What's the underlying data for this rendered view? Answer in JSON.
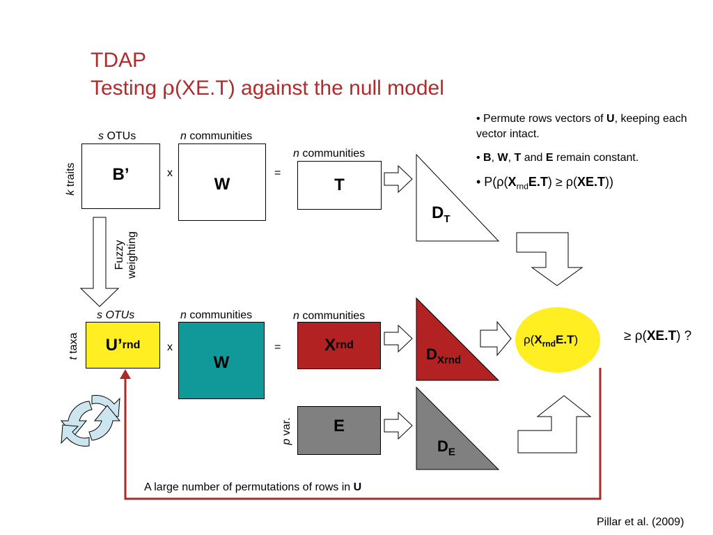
{
  "title": {
    "line1": "TDAP",
    "line2_prefix": "Testing ",
    "line2_rho": "ρ",
    "line2_suffix": "(XE.T) against the null model"
  },
  "top_row": {
    "b_cols": "OTUs",
    "b_cols_var": "s",
    "w_cols": "communities",
    "w_cols_var": "n",
    "t_cols": "communities",
    "t_cols_var": "n",
    "b_rows": "traits",
    "b_rows_var": "k",
    "b_label": "B’",
    "w_label": "W",
    "t_label": "T",
    "times": "x",
    "equals": "=",
    "dt_main": "D",
    "dt_sub": "T"
  },
  "fuzzy": {
    "line1": "Fuzzy",
    "line2": "weighting"
  },
  "bottom_row": {
    "u_cols": "s OTUs",
    "w_cols": "communities",
    "w_cols_var": "n",
    "x_cols": "communities",
    "x_cols_var": "n",
    "u_rows": "taxa",
    "u_rows_var": "t",
    "u_main": "U’",
    "u_sub": "rnd",
    "w_label": "W",
    "x_main": "X",
    "x_sub": "rnd",
    "times": "x",
    "equals": "=",
    "dx_main": "D",
    "dx_sub": "Xrnd",
    "e_label": "E",
    "e_rows": "var.",
    "e_rows_var": "p",
    "de_main": "D",
    "de_sub": "E"
  },
  "ellipse": {
    "rho": "ρ(",
    "x": "X",
    "sub": "rnd",
    "rest": "E.T",
    "close": ")"
  },
  "compare": {
    "ge": "≥ ρ(",
    "bold": "XE.T",
    "tail": ") ?"
  },
  "bullets": {
    "b1_a": "• Permute rows vectors of ",
    "b1_bold": "U",
    "b1_b": ", keeping each vector intact.",
    "b2_bullet": "• ",
    "b2_b": "B",
    "b2_sep1": ", ",
    "b2_w": "W",
    "b2_sep2": ", ",
    "b2_t": "T",
    "b2_and": " and ",
    "b2_e": "E",
    "b2_tail": " remain constant.",
    "b3_a": "• P(ρ(",
    "b3_x": "X",
    "b3_sub": "rnd",
    "b3_et": "E.T",
    "b3_mid": ") ≥ ρ(",
    "b3_xet": "XE.T",
    "b3_close": "))"
  },
  "loop_label": {
    "text": "A large number of  permutations of rows in ",
    "bold": "U"
  },
  "citation": "Pillar et al. (2009)",
  "colors": {
    "title": "#b22a2a",
    "u_fill": "#ffee22",
    "w_fill": "#119999",
    "x_fill": "#b22222",
    "e_fill": "#808080",
    "ellipse_fill": "#ffee22",
    "loop_line": "#a82a2a",
    "cycle_fill": "#cce5ee"
  }
}
